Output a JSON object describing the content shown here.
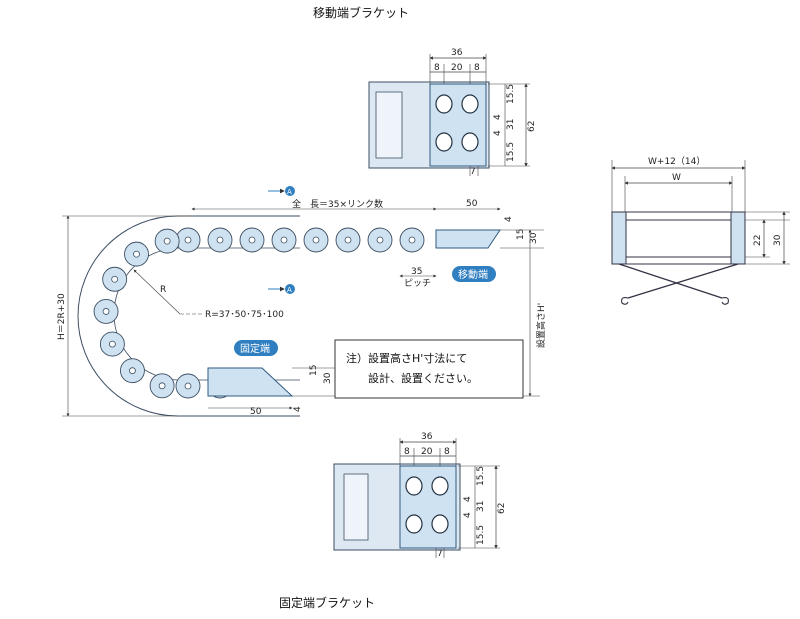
{
  "titles": {
    "moving_bracket": "移動端ブラケット",
    "fixed_bracket": "固定端ブラケット"
  },
  "side_view": {
    "section_marker": "A",
    "total_length": "全　長＝35×リンク数",
    "pitch_value": "35",
    "pitch_label": "ピッチ",
    "moving_end_label": "移動端",
    "fixed_end_label": "固定端",
    "radius": "R=37･50･75･100",
    "radius_short": "R",
    "height_formula": "H＝2R+30",
    "install_height": "設置高さH'",
    "dims": {
      "len50": "50",
      "d4": "4",
      "d15": "15",
      "d30": "30"
    }
  },
  "note": {
    "line1": "注）設置高さH'寸法にて",
    "line2": "設計、設置ください。"
  },
  "bracket": {
    "w36": "36",
    "w8": "8",
    "w20": "20",
    "h15_5": "15.5",
    "h4": "4",
    "h31": "31",
    "h62": "62",
    "d7": "7"
  },
  "cross_section": {
    "outer_width": "W+12（14）",
    "inner_width": "W",
    "h22": "22",
    "h30": "30"
  },
  "colors": {
    "part_fill": "#cfe2f1",
    "part_stroke": "#3d4f63",
    "accent": "#2f7fc1",
    "dim_line": "#444444"
  }
}
